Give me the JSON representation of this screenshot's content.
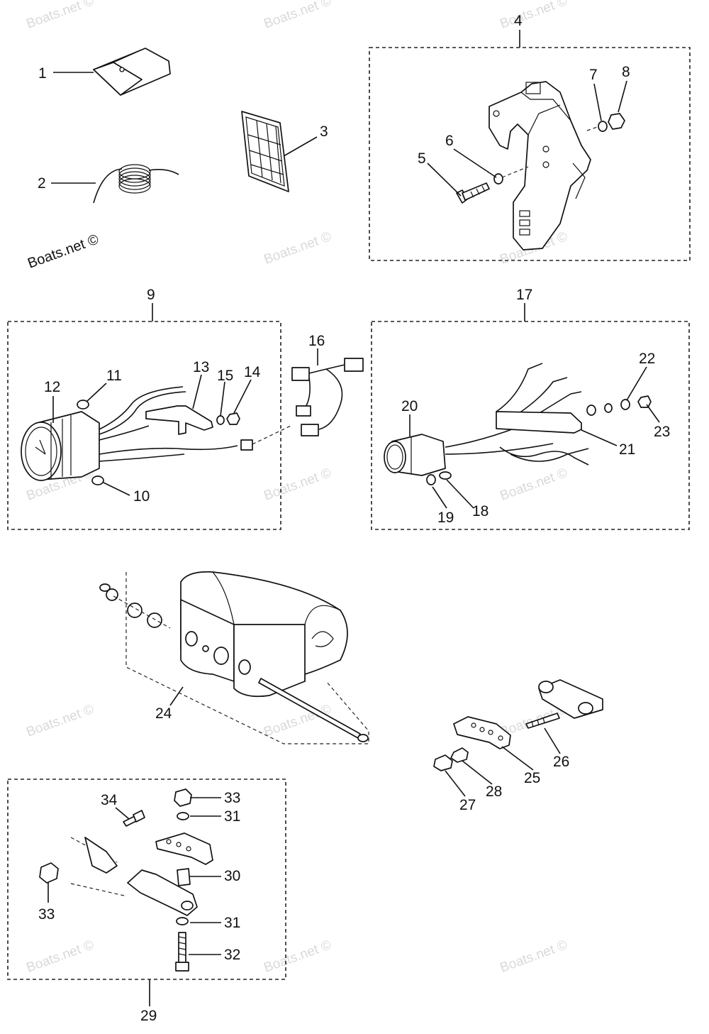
{
  "watermark": "Boats.net ©",
  "credit": "Boats.net ©",
  "callouts": {
    "c1": "1",
    "c2": "2",
    "c3": "3",
    "c4": "4",
    "c5": "5",
    "c6": "6",
    "c7": "7",
    "c8": "8",
    "c9": "9",
    "c10": "10",
    "c11": "11",
    "c12": "12",
    "c13": "13",
    "c14": "14",
    "c15": "15",
    "c16": "16",
    "c17": "17",
    "c18": "18",
    "c19": "19",
    "c20": "20",
    "c21": "21",
    "c22": "22",
    "c23": "23",
    "c24": "24",
    "c25": "25",
    "c26": "26",
    "c27": "27",
    "c28": "28",
    "c29": "29",
    "c30": "30",
    "c31a": "31",
    "c31b": "31",
    "c32": "32",
    "c33a": "33",
    "c33b": "33",
    "c34": "34"
  }
}
